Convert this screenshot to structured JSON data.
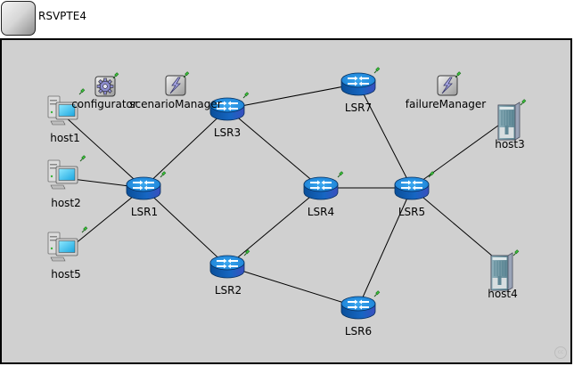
{
  "window": {
    "title": "RSVPTE4",
    "icon": "compound-module-icon"
  },
  "network": {
    "background": "#d0d0d0",
    "nodes": [
      {
        "id": "host1",
        "label": "host1",
        "type": "host",
        "icon": "desktop-pc-icon"
      },
      {
        "id": "host2",
        "label": "host2",
        "type": "host",
        "icon": "desktop-pc-icon"
      },
      {
        "id": "host5",
        "label": "host5",
        "type": "host",
        "icon": "desktop-pc-icon"
      },
      {
        "id": "host3",
        "label": "host3",
        "type": "server",
        "icon": "server-icon"
      },
      {
        "id": "host4",
        "label": "host4",
        "type": "server",
        "icon": "server-icon"
      },
      {
        "id": "LSR1",
        "label": "LSR1",
        "type": "router",
        "icon": "router-icon"
      },
      {
        "id": "LSR2",
        "label": "LSR2",
        "type": "router",
        "icon": "router-icon"
      },
      {
        "id": "LSR3",
        "label": "LSR3",
        "type": "router",
        "icon": "router-icon"
      },
      {
        "id": "LSR4",
        "label": "LSR4",
        "type": "router",
        "icon": "router-icon"
      },
      {
        "id": "LSR5",
        "label": "LSR5",
        "type": "router",
        "icon": "router-icon"
      },
      {
        "id": "LSR6",
        "label": "LSR6",
        "type": "router",
        "icon": "router-icon"
      },
      {
        "id": "LSR7",
        "label": "LSR7",
        "type": "router",
        "icon": "router-icon"
      },
      {
        "id": "configurator",
        "label": "configurator",
        "type": "config",
        "icon": "gear-icon"
      },
      {
        "id": "scenarioManager",
        "label": "scenarioManager",
        "type": "manager",
        "icon": "lightning-icon"
      },
      {
        "id": "failureManager",
        "label": "failureManager",
        "type": "manager",
        "icon": "lightning-icon"
      }
    ],
    "links": [
      [
        "host1",
        "LSR1"
      ],
      [
        "host2",
        "LSR1"
      ],
      [
        "host5",
        "LSR1"
      ],
      [
        "LSR1",
        "LSR3"
      ],
      [
        "LSR1",
        "LSR2"
      ],
      [
        "LSR3",
        "LSR7"
      ],
      [
        "LSR3",
        "LSR4"
      ],
      [
        "LSR2",
        "LSR4"
      ],
      [
        "LSR2",
        "LSR6"
      ],
      [
        "LSR4",
        "LSR5"
      ],
      [
        "LSR7",
        "LSR5"
      ],
      [
        "LSR6",
        "LSR5"
      ],
      [
        "LSR5",
        "host3"
      ],
      [
        "LSR5",
        "host4"
      ]
    ]
  },
  "watermark": {
    "icon": "cc-icon",
    "text": "cc"
  }
}
